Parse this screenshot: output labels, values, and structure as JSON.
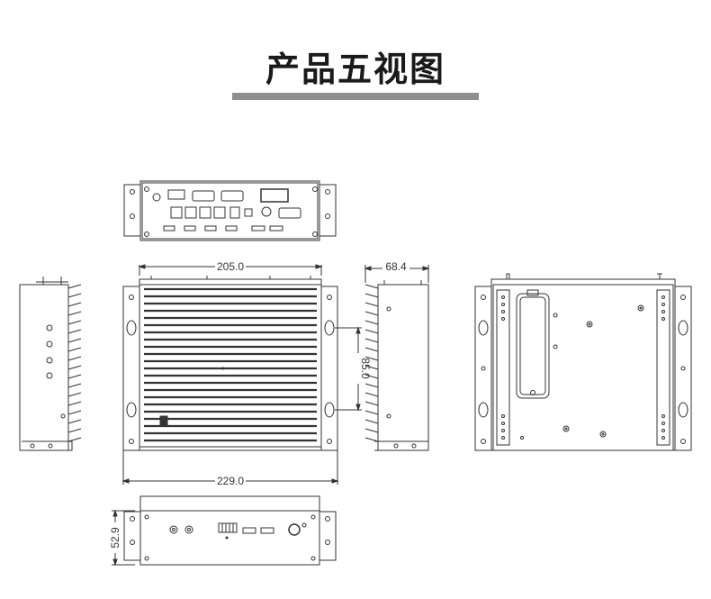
{
  "header": {
    "title": "产品五视图"
  },
  "dimensions": {
    "top_width": "205.0",
    "side_depth": "68.4",
    "mount_spacing": "85.0",
    "bracket_width": "229.0",
    "height": "52.9"
  },
  "colors": {
    "line": "#333333",
    "title_bar": "#8f8f8f",
    "title": "#1a1a1a"
  }
}
